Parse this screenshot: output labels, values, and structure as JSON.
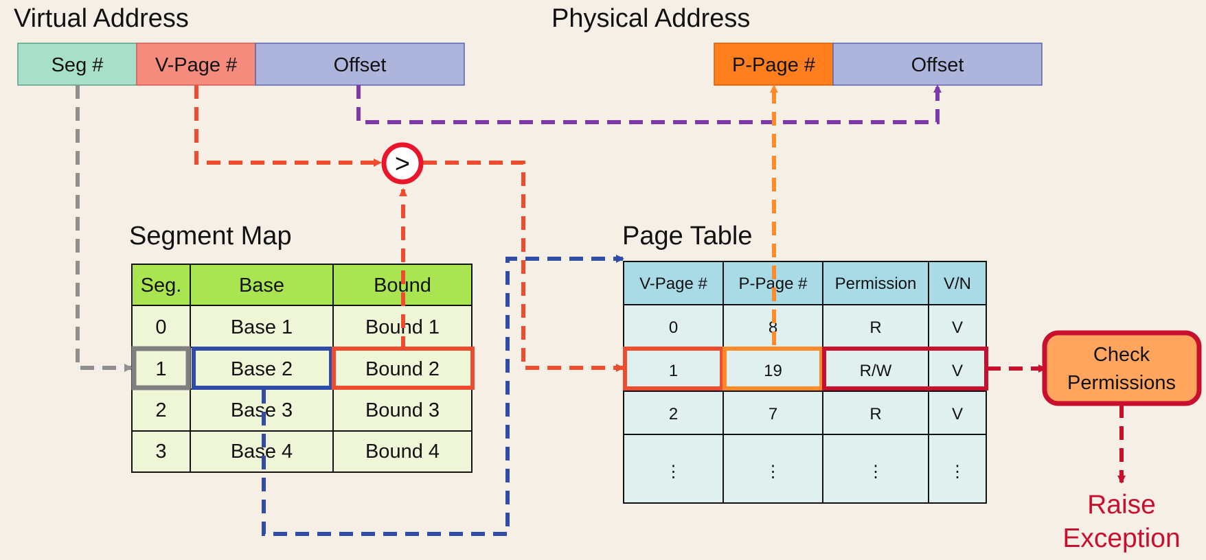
{
  "titles": {
    "virtual_address": "Virtual Address",
    "physical_address": "Physical Address",
    "segment_map": "Segment Map",
    "page_table": "Page Table"
  },
  "virtual_address": {
    "segment": "Seg #",
    "virtual_page": "V-Page #",
    "offset": "Offset"
  },
  "physical_address": {
    "physical_page": "P-Page #",
    "offset": "Offset"
  },
  "comparator": {
    "symbol": ">"
  },
  "segment_map": {
    "headers": [
      "Seg.",
      "Base",
      "Bound"
    ],
    "rows": [
      [
        "0",
        "Base 1",
        "Bound 1"
      ],
      [
        "1",
        "Base 2",
        "Bound 2"
      ],
      [
        "2",
        "Base 3",
        "Bound 3"
      ],
      [
        "3",
        "Base 4",
        "Bound 4"
      ]
    ]
  },
  "page_table": {
    "headers": [
      "V-Page #",
      "P-Page #",
      "Permission",
      "V/N"
    ],
    "rows": [
      [
        "0",
        "8",
        "R",
        "V"
      ],
      [
        "1",
        "19",
        "R/W",
        "V"
      ],
      [
        "2",
        "7",
        "R",
        "V"
      ],
      [
        "⋮",
        "⋮",
        "⋮",
        "⋮"
      ]
    ]
  },
  "check_permissions": {
    "line1": "Check",
    "line2": "Permissions"
  },
  "exception": {
    "line1": "Raise",
    "line2": "Exception"
  },
  "colors": {
    "background": "#f6efe5",
    "segment_field": "#a7dfc8",
    "virtual_page_field": "#f58b7d",
    "offset_field": "#aeb5dc",
    "physical_page_field": "#ff7f1e",
    "segment_header": "#a9e451",
    "segment_rows": "#eff6d7",
    "page_table_header": "#a9dbe7",
    "page_table_rows": "#dff0ef",
    "check_permissions": "#ffa55e",
    "gray_arrow": "#8f8f8f",
    "red_arrow": "#ef4b2e",
    "blue_arrow": "#2f4ca8",
    "purple_arrow": "#7d3aa8",
    "orange_arrow": "#ff8a2a",
    "exception_arrow": "#c8102e"
  }
}
